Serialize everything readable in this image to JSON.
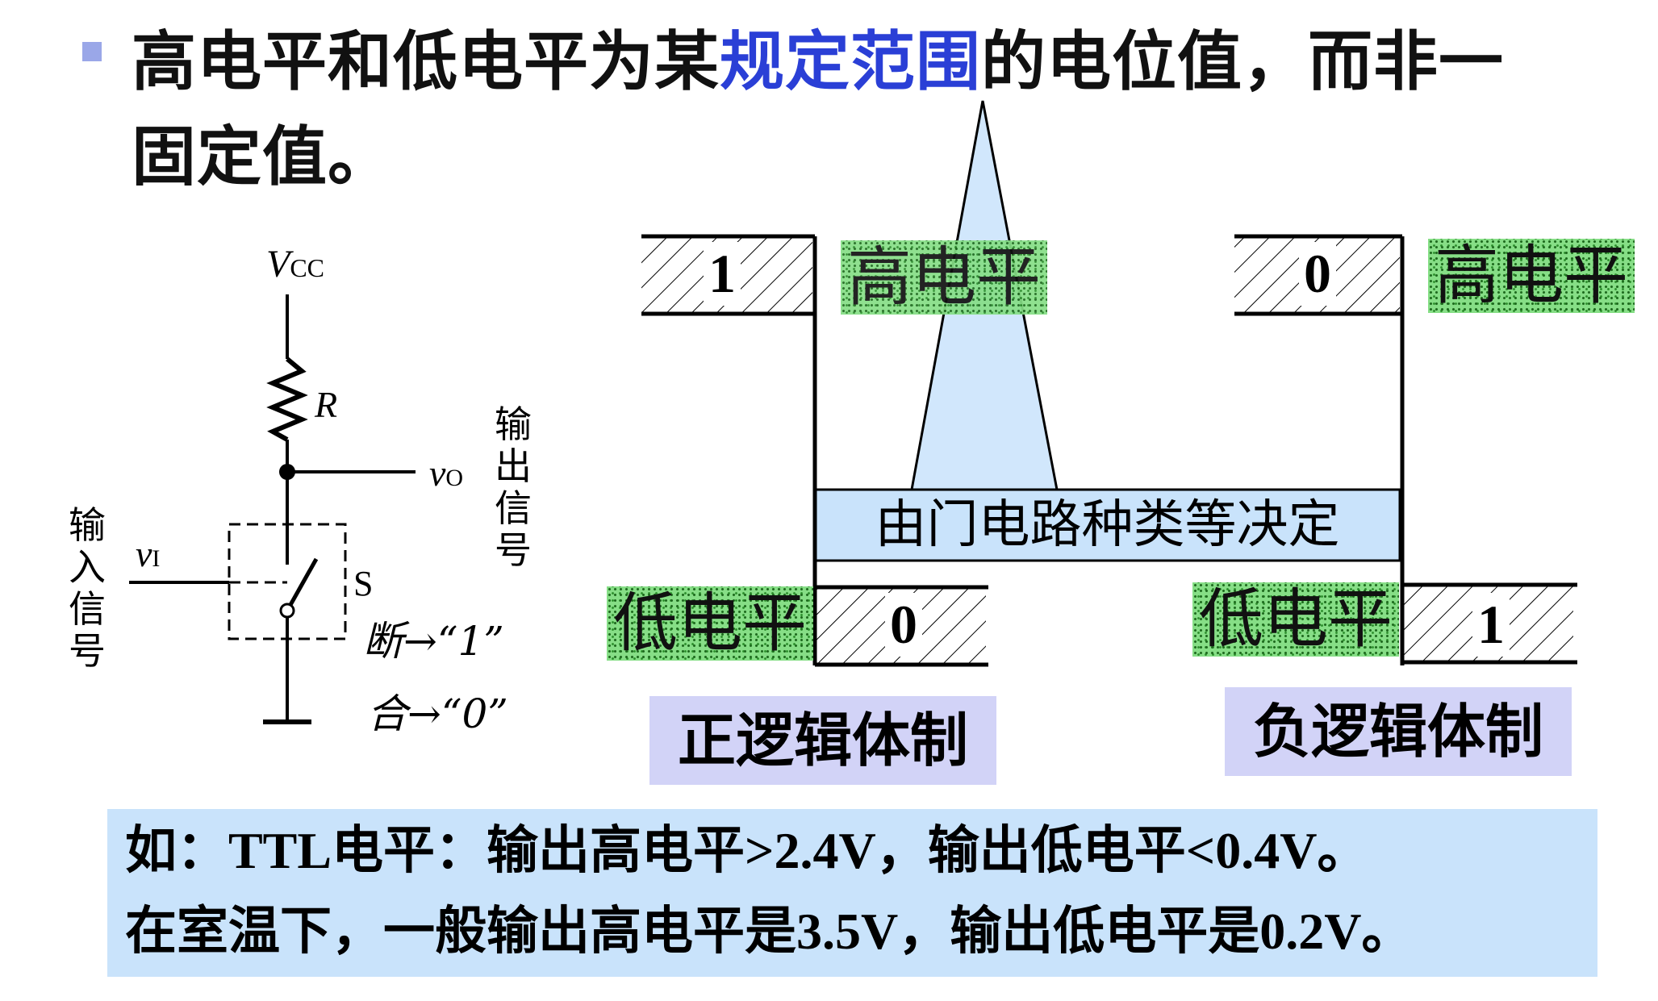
{
  "headline": {
    "part1": "高电平和低电平为某",
    "highlight": "规定范围",
    "part2": "的电位值，而非一",
    "line2": "固定值。"
  },
  "circuit": {
    "vcc_label": "V",
    "vcc_subscript": "CC",
    "r_label": "R",
    "vo_label": "v",
    "vo_subscript": "O",
    "vi_label": "v",
    "vi_subscript": "I",
    "s_label": "S",
    "input_signal_label": [
      "输",
      "入",
      "信",
      "号"
    ],
    "output_signal_label": [
      "输",
      "出",
      "信",
      "号"
    ],
    "handwritten_note_1": "断→“1”",
    "handwritten_note_2": "合→“0”"
  },
  "diagram": {
    "positive": {
      "top_value": "1",
      "bottom_value": "0",
      "high_label": "高电平",
      "low_label": "低电平",
      "caption": "正逻辑体制"
    },
    "negative": {
      "top_value": "0",
      "bottom_value": "1",
      "high_label": "高电平",
      "low_label": "低电平",
      "caption": "负逻辑体制"
    },
    "middle_band": "由门电路种类等决定"
  },
  "example": {
    "line1": "如：TTL电平：输出高电平>2.4V，输出低电平<0.4V。",
    "line2": "在室温下，一般输出高电平是3.5V，输出低电平是0.2V。"
  },
  "colors": {
    "highlight_blue": "#2a3fd6",
    "band_blue": "#c9e3fb",
    "purple_box": "#d2d3f7",
    "green_dots": "#86de86",
    "bullet": "#9aa7e8"
  }
}
